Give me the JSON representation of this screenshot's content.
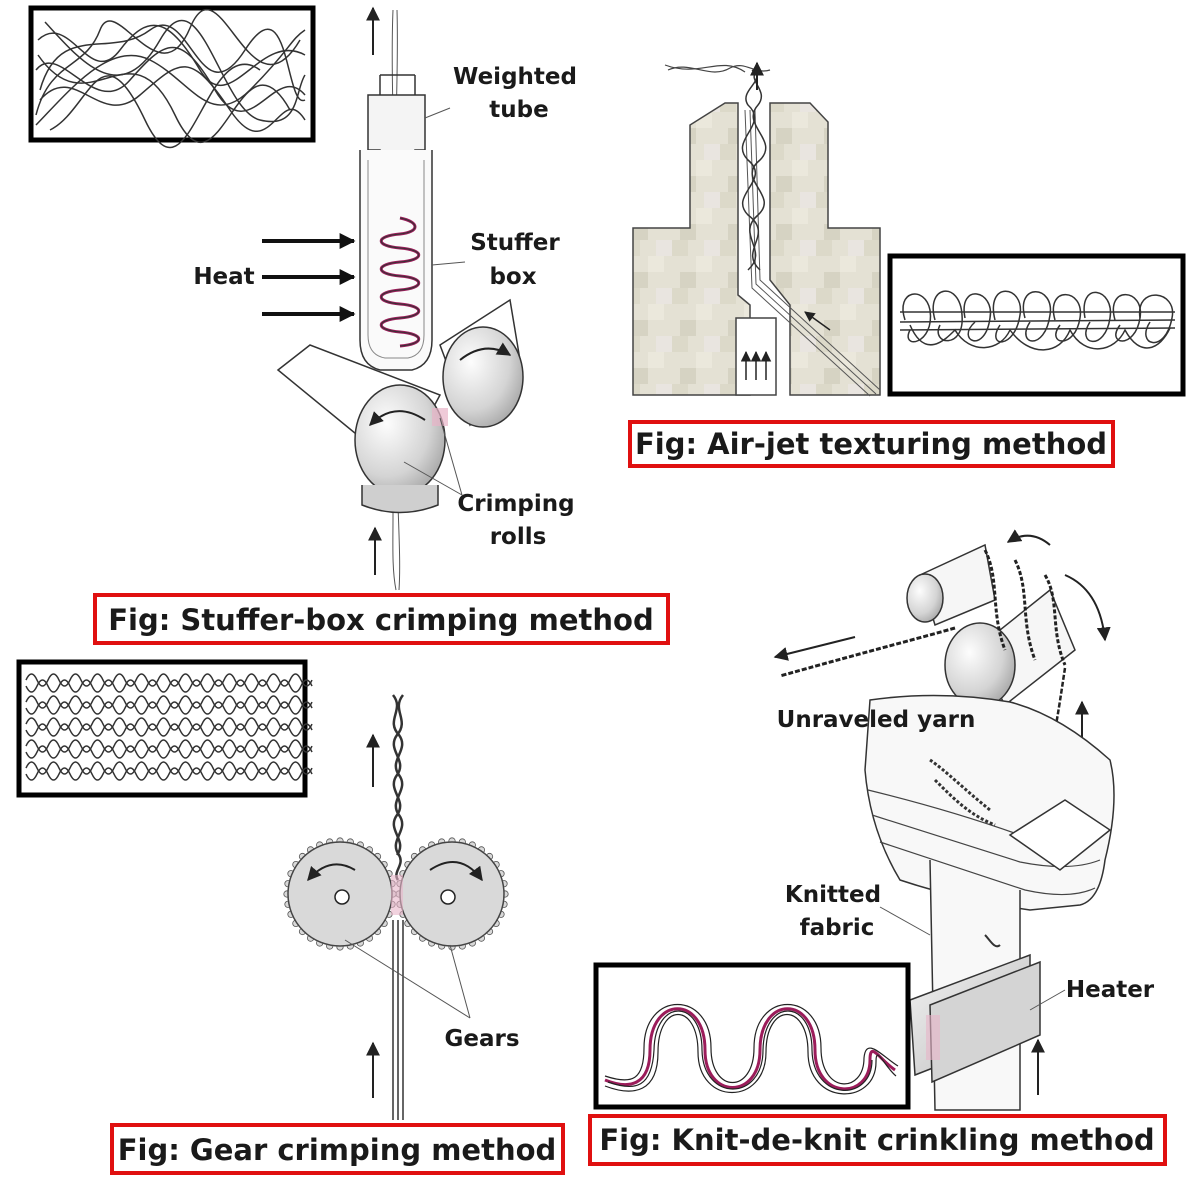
{
  "colors": {
    "caption_border": "#e01010",
    "panel_border": "#000000",
    "crimp_accent": "#9b1c5a"
  },
  "stuffer_box": {
    "caption": "Fig: Stuffer-box crimping method",
    "label_weighted_1": "Weighted",
    "label_weighted_2": "tube",
    "label_stuffer_1": "Stuffer",
    "label_stuffer_2": "box",
    "label_heat": "Heat",
    "label_crimping_1": "Crimping",
    "label_crimping_2": "rolls"
  },
  "air_jet": {
    "caption": "Fig: Air-jet texturing method"
  },
  "gear": {
    "caption": "Fig: Gear crimping method",
    "label_gears": "Gears"
  },
  "knit_de_knit": {
    "caption": "Fig: Knit-de-knit crinkling method",
    "label_unraveled": "Unraveled yarn",
    "label_knitted_1": "Knitted",
    "label_knitted_2": "fabric",
    "label_heater": "Heater"
  }
}
